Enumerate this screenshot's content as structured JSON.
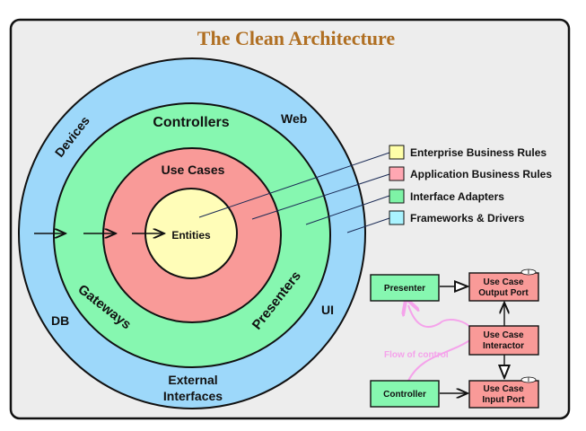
{
  "title": "The Clean Architecture",
  "rings": {
    "devices": "Devices",
    "web": "Web",
    "db": "DB",
    "ui": "UI",
    "external_1": "External",
    "external_2": "Interfaces",
    "controllers": "Controllers",
    "gateways": "Gateways",
    "presenters": "Presenters",
    "use_cases": "Use Cases",
    "entities": "Entities"
  },
  "legend": [
    {
      "label": "Enterprise Business Rules",
      "color": "#FFFFA8"
    },
    {
      "label": "Application Business Rules",
      "color": "#FFA7B2"
    },
    {
      "label": "Interface Adapters",
      "color": "#7EF3A6"
    },
    {
      "label": "Frameworks & Drivers",
      "color": "#AAF3FF"
    }
  ],
  "flow": {
    "presenter": "Presenter",
    "controller": "Controller",
    "output_port_1": "Use Case",
    "output_port_2": "Output Port",
    "interactor_1": "Use Case",
    "interactor_2": "Interactor",
    "input_port_1": "Use Case",
    "input_port_2": "Input Port",
    "flow_label": "Flow of control",
    "interface_mark": "I"
  },
  "colors": {
    "blue": "#9DD8FA",
    "green": "#86F7B0",
    "red": "#F99A98",
    "yellow": "#FFFDB8",
    "title": "#B06F22",
    "flow": "#F5A3EB"
  }
}
